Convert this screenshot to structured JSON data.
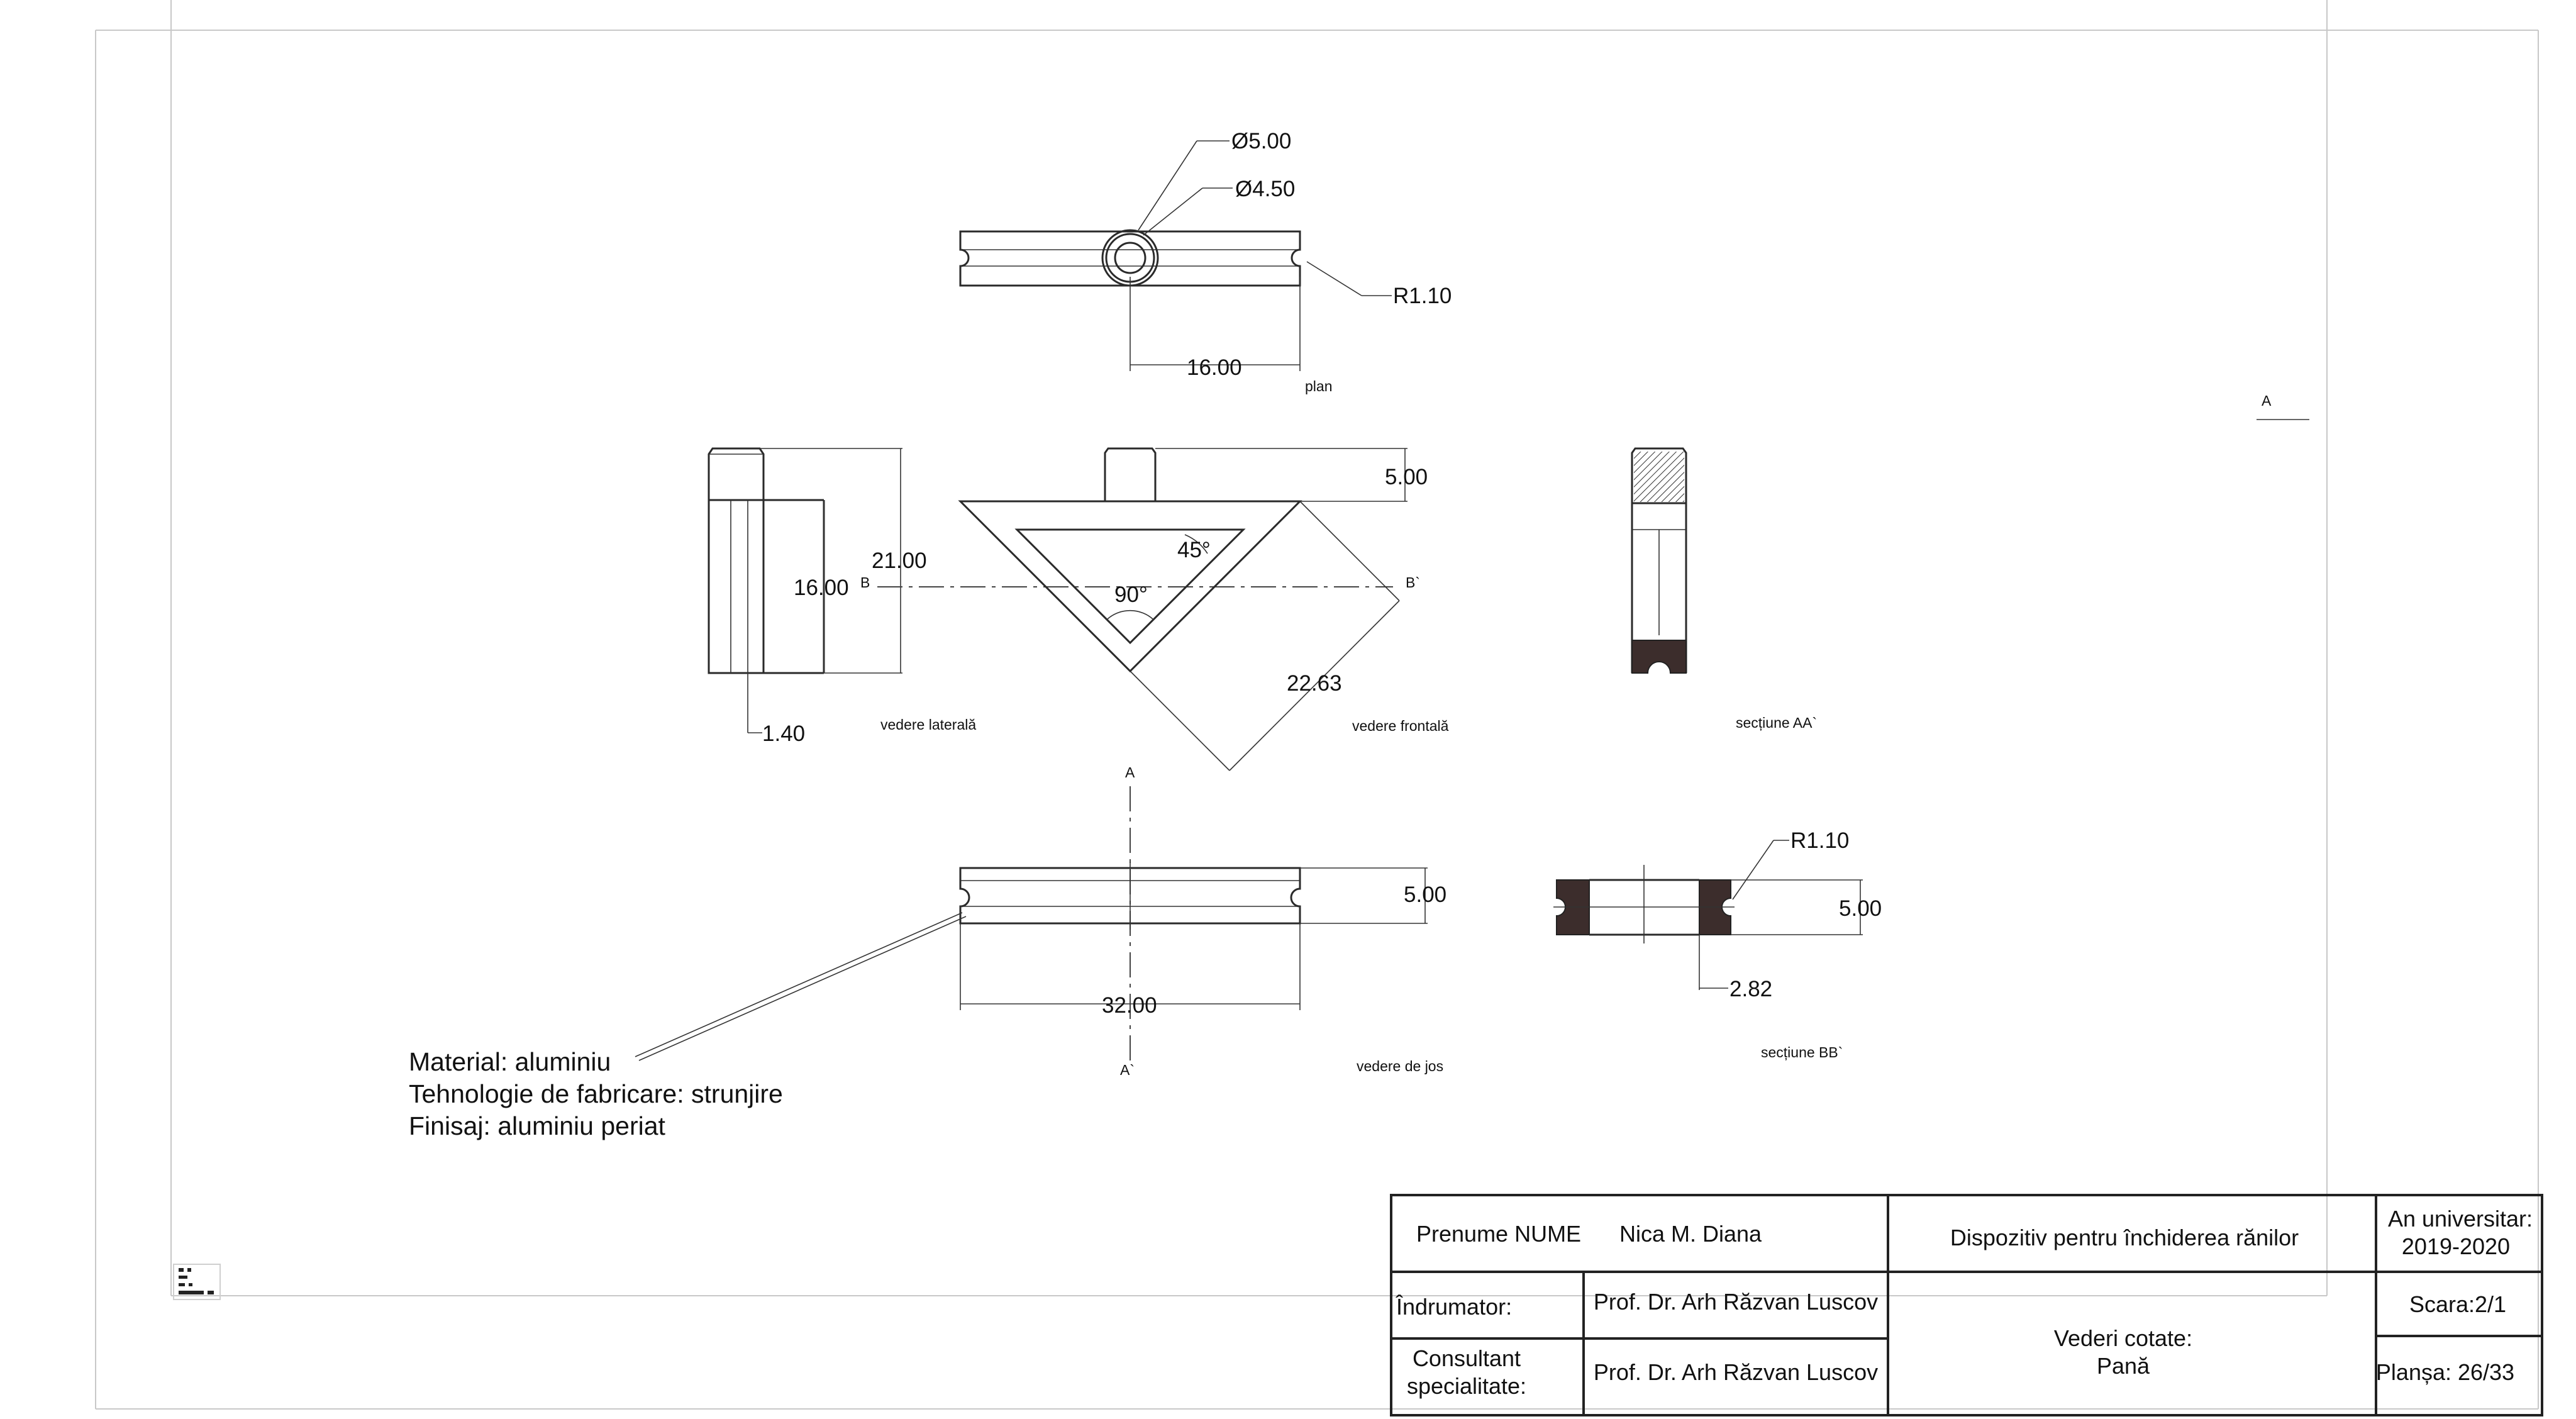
{
  "dimensions": {
    "dia_outer": "Ø5.00",
    "dia_inner": "Ø4.50",
    "radius_plan": "R1.10",
    "length_plan": "16.00",
    "height_pin": "5.00",
    "height_total": "21.00",
    "height_side": "16.00",
    "angle_45": "45°",
    "angle_90": "90°",
    "diagonal": "22.63",
    "width_side": "1.40",
    "height_bottom": "5.00",
    "length_bottom": "32.00",
    "radius_section": "R1.10",
    "height_section": "5.00",
    "width_section": "2.82"
  },
  "section_marks": {
    "a_top": "A",
    "a_bottom": "A`",
    "a_right": "A",
    "b_left": "B",
    "b_right": "B`"
  },
  "view_labels": {
    "plan": "plan",
    "side": "vedere laterală",
    "front": "vedere frontală",
    "section_aa": "secțiune AA`",
    "bottom": "vedere de jos",
    "section_bb": "secțiune BB`"
  },
  "notes": {
    "material": "Material: aluminiu",
    "technology": "Tehnologie de fabricare: strunjire",
    "finish": "Finisaj: aluminiu periat"
  },
  "title_block": {
    "name_label": "Prenume NUME",
    "name_value": "Nica M. Diana",
    "project_title": "Dispozitiv pentru închiderea rănilor",
    "year_label": "An universitar:",
    "year_value": "2019-2020",
    "advisor_label": "Îndrumator:",
    "advisor_value": "Prof. Dr. Arh Răzvan Luscov",
    "consultant_label_1": "Consultant",
    "consultant_label_2": "specialitate:",
    "consultant_value": "Prof. Dr. Arh Răzvan Luscov",
    "content_line_1": "Vederi cotate:",
    "content_line_2": "Pană",
    "scale": "Scara:2/1",
    "sheet": "Planșa: 26/33"
  }
}
